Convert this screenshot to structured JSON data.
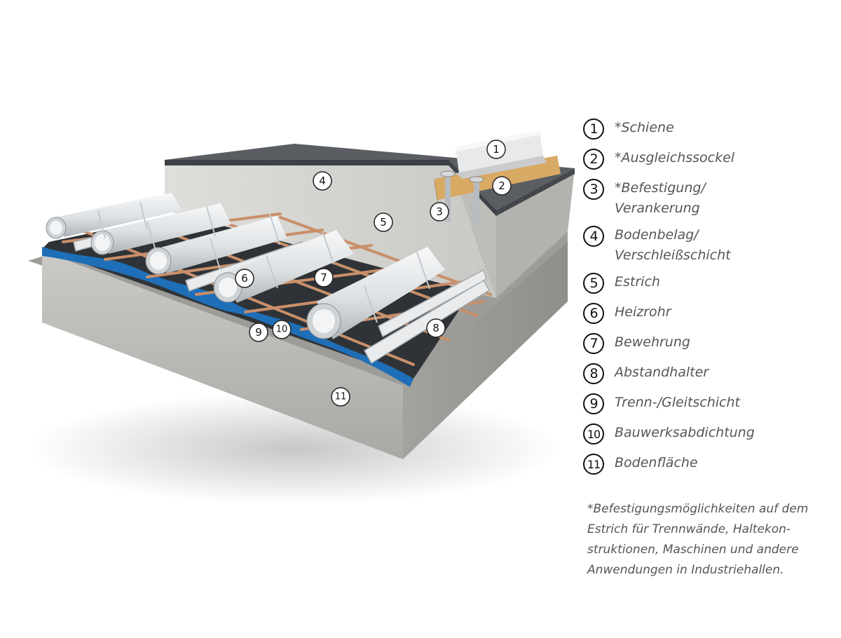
{
  "legend": [
    {
      "num": "1",
      "label": "*Schiene"
    },
    {
      "num": "2",
      "label": "*Ausgleichssockel"
    },
    {
      "num": "3",
      "label": "*Befestigung/\nVerankerung"
    },
    {
      "num": "4",
      "label": "Bodenbelag/\nVerschleißschicht"
    },
    {
      "num": "5",
      "label": "Estrich"
    },
    {
      "num": "6",
      "label": "Heizrohr"
    },
    {
      "num": "7",
      "label": "Bewehrung"
    },
    {
      "num": "8",
      "label": "Abstandhalter"
    },
    {
      "num": "9",
      "label": "Trenn-/Gleitschicht"
    },
    {
      "num": "10",
      "label": "Bauwerksabdichtung"
    },
    {
      "num": "11",
      "label": "Bodenfläche"
    }
  ],
  "footnote": "*Befestigungsmöglichkeiten auf dem\nEstrich für Trennwände, Haltekon-\nstruktionen, Maschinen und andere\nAnwendungen in Industriehallen.",
  "callouts": [
    "1",
    "2",
    "3",
    "4",
    "5",
    "6",
    "7",
    "8",
    "9",
    "10",
    "11"
  ],
  "colors": {
    "surface": "#5a5e63",
    "screed": "#cfcfcc",
    "base_slab": "#b9b8b4",
    "membrane": "#1e6fb8",
    "dark_layer": "#3e4247",
    "rebar": "#c98f6a",
    "pipe": "#e6e9ec",
    "leveling_block": "#d8aa63"
  }
}
